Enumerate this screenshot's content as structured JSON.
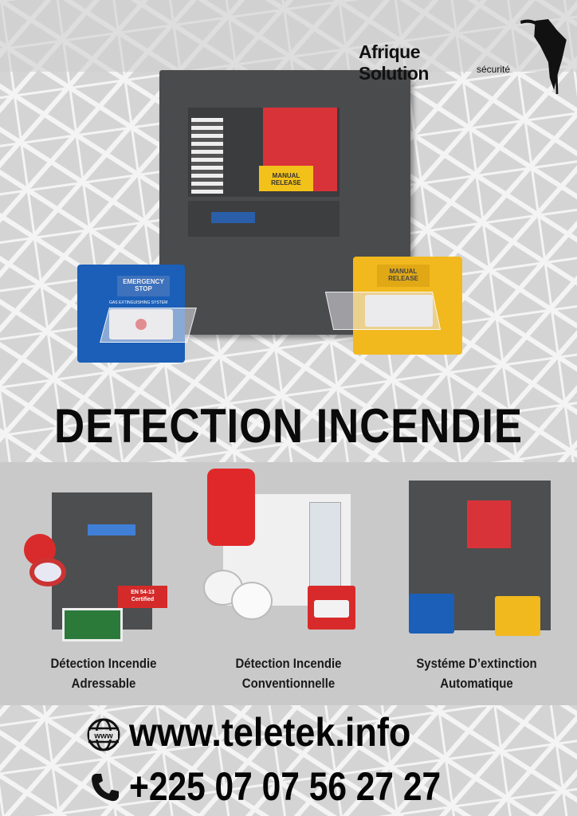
{
  "brand": {
    "name": "Afrique Solution",
    "tagline": "sécurité"
  },
  "hero": {
    "panel_labels": {
      "manual_release": "MANUAL RELEASE"
    },
    "blue_callpoint": {
      "label": "EMERGENCY STOP",
      "subtext": "GAS EXTINGUISHING SYSTEM"
    },
    "yellow_callpoint": {
      "label": "MANUAL RELEASE"
    }
  },
  "headline": "DETECTION INCENDIE",
  "products": [
    {
      "line1": "Détection Incendie",
      "line2": "Adressable",
      "badge": {
        "line1": "EN 54-13",
        "line2": "Certified"
      }
    },
    {
      "line1": "Détection Incendie",
      "line2": "Conventionnelle"
    },
    {
      "line1": "Systéme D’extinction",
      "line2": "Automatique"
    }
  ],
  "contact": {
    "website": "www.teletek.info",
    "phone": "+225 07 07 56 27 27",
    "globe_icon_text": "www"
  },
  "colors": {
    "red": "#d9333a",
    "blue": "#1b5fb8",
    "yellow": "#f1b91d",
    "panel": "#4a4b4d",
    "band": "#c9c9c9"
  }
}
